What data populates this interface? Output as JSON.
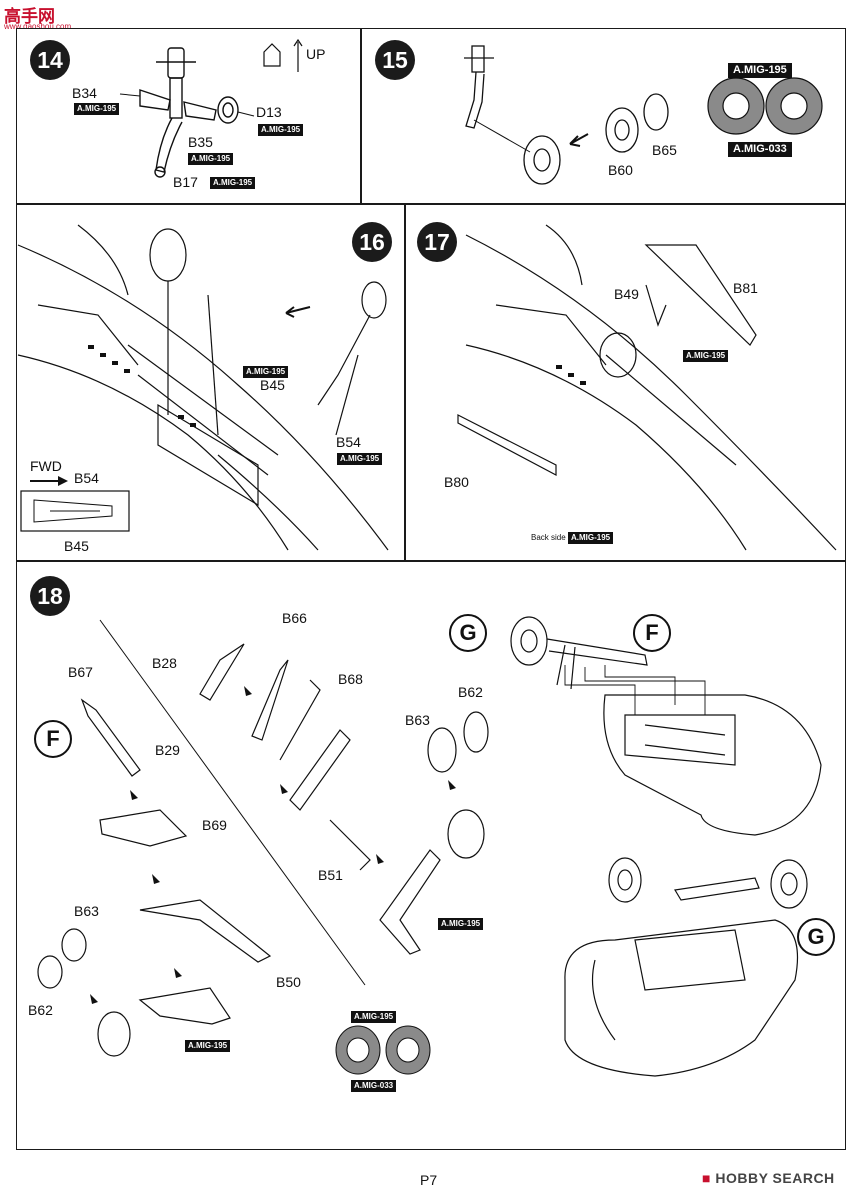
{
  "watermark": {
    "top_text": "高手网",
    "top_url": "www.gaoshou.com",
    "footer_brand": "HOBBY SEARCH",
    "footer_logo": "hobby-search-logo-icon"
  },
  "page": {
    "number": "P7"
  },
  "up_label": "UP",
  "steps": {
    "s14": {
      "num": "14",
      "labels": [
        "B34",
        "D13",
        "B35",
        "B17"
      ],
      "paint": "A.MIG-195"
    },
    "s15": {
      "num": "15",
      "labels": [
        "B60",
        "B65"
      ],
      "paint_top": "A.MIG-195",
      "paint_bottom": "A.MIG-033"
    },
    "s16": {
      "num": "16",
      "labels": [
        "B45",
        "B54"
      ],
      "paint": "A.MIG-195",
      "inset": {
        "fwd": "FWD",
        "top": "B54",
        "bottom": "B45"
      }
    },
    "s17": {
      "num": "17",
      "labels": [
        "B49",
        "B81",
        "B80"
      ],
      "paint": "A.MIG-195",
      "back_side": "Back side"
    },
    "s18": {
      "num": "18",
      "sub_f": "F",
      "sub_g": "G",
      "labels": [
        "B66",
        "B28",
        "B68",
        "B67",
        "B29",
        "B69",
        "B63",
        "B62",
        "B50",
        "B51",
        "B62",
        "B63"
      ],
      "paint_top": "A.MIG-195",
      "paint_bottom": "A.MIG-033"
    }
  },
  "colors": {
    "ink": "#111111",
    "brand_red": "#c8102e"
  }
}
